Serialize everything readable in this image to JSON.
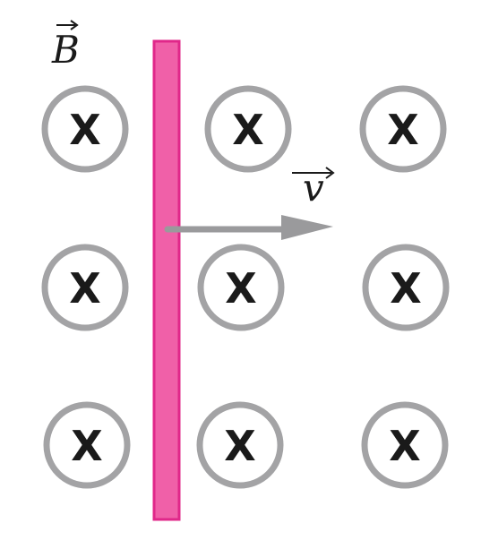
{
  "labels": {
    "field": "B",
    "velocity": "v"
  },
  "field_marker_text": "X",
  "colors": {
    "rod_fill": "#f060a8",
    "rod_stroke": "#e0288a",
    "circle_stroke": "#a3a3a5",
    "cross": "#1a1a1a",
    "arrow": "#9a9a9c",
    "text": "#1a1a1a"
  }
}
